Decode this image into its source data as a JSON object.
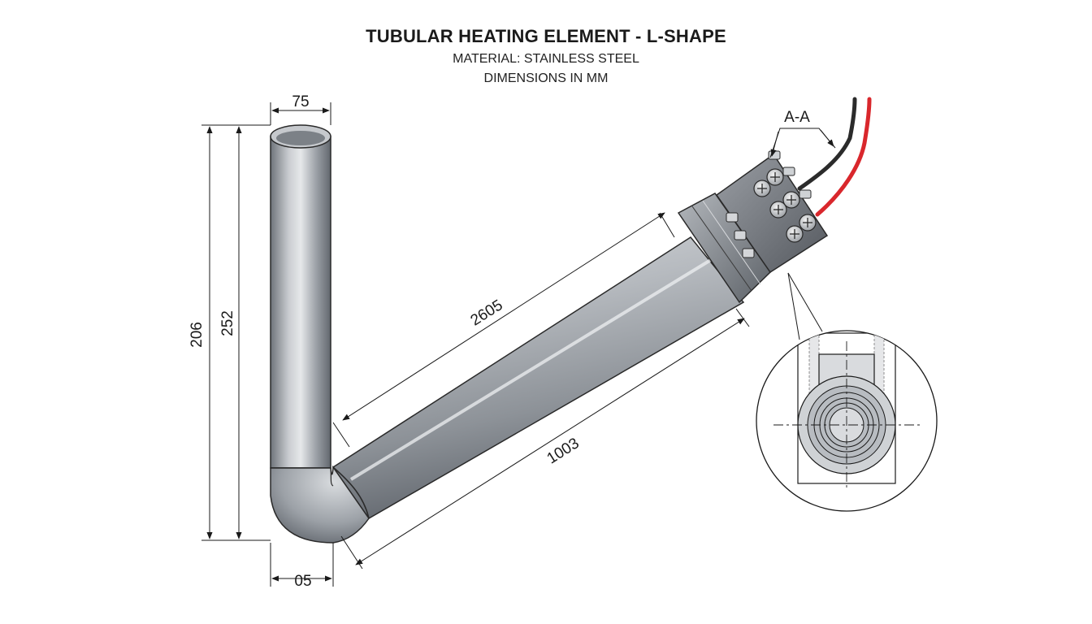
{
  "header": {
    "title": "TUBULAR HEATING ELEMENT - L-SHAPE",
    "material": "MATERIAL: STAINLESS STEEL",
    "units": "DIMENSIONS IN MM"
  },
  "dimensions": {
    "top_width": "75",
    "outer_height": "206",
    "inner_height": "252",
    "upper_length": "2605",
    "lower_length": "1003",
    "bottom_width": "05"
  },
  "section": {
    "label": "A-A"
  },
  "colors": {
    "tube": "#9a9fa6",
    "wire_red": "#d9272c",
    "wire_black": "#2b2b2b",
    "line": "#1a1a1a"
  }
}
